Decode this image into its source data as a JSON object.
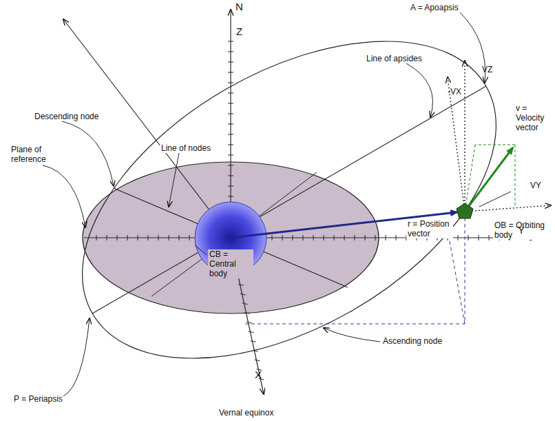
{
  "diagram": {
    "labels": [
      "N",
      "Z",
      "A = Apoapsis",
      "Line of apsides",
      "VZ",
      "-VX",
      "v = Velocity vector",
      "Descending node",
      "Plane of reference",
      "Line of nodes",
      "r = Position vector",
      "OB = Orbiting body",
      "Y",
      "VY",
      "CB = Central body",
      "P = Periapsis",
      "Ascending node",
      "X",
      "Vernal equinox"
    ]
  }
}
